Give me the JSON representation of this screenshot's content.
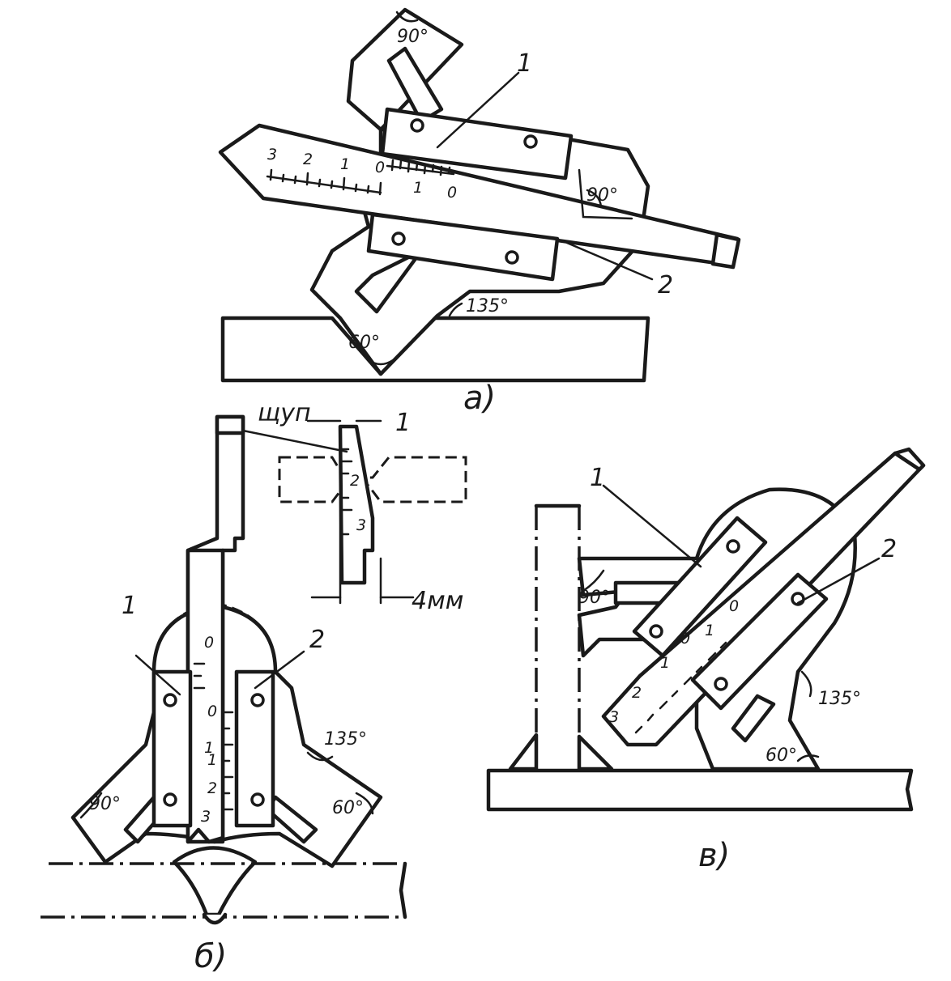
{
  "figure_a": {
    "caption": "a)",
    "label_1": "1",
    "label_2": "2",
    "angle_top": "90°",
    "angle_side": "90°",
    "angle_135": "135°",
    "angle_60": "60°",
    "scale_left": [
      "3",
      "2",
      "1",
      "0"
    ],
    "scale_right": [
      "1",
      "0"
    ]
  },
  "figure_b": {
    "caption": "б)",
    "label_1": "1",
    "label_2": "2",
    "angle_90": "90°",
    "angle_135": "135°",
    "angle_60": "60°",
    "scale_top": [
      "0",
      "1"
    ],
    "scale_main": [
      "0",
      "1",
      "2",
      "3"
    ]
  },
  "probe_detail": {
    "title": "щуп",
    "label_1": "1",
    "dimension": "4мм",
    "scale": [
      "2",
      "3"
    ]
  },
  "figure_v": {
    "caption": "в)",
    "label_1": "1",
    "label_2": "2",
    "angle_90": "90°",
    "angle_135": "135°",
    "angle_60": "60°",
    "scale_top": [
      "0",
      "1"
    ],
    "scale_main": [
      "0",
      "1",
      "2",
      "3"
    ]
  }
}
